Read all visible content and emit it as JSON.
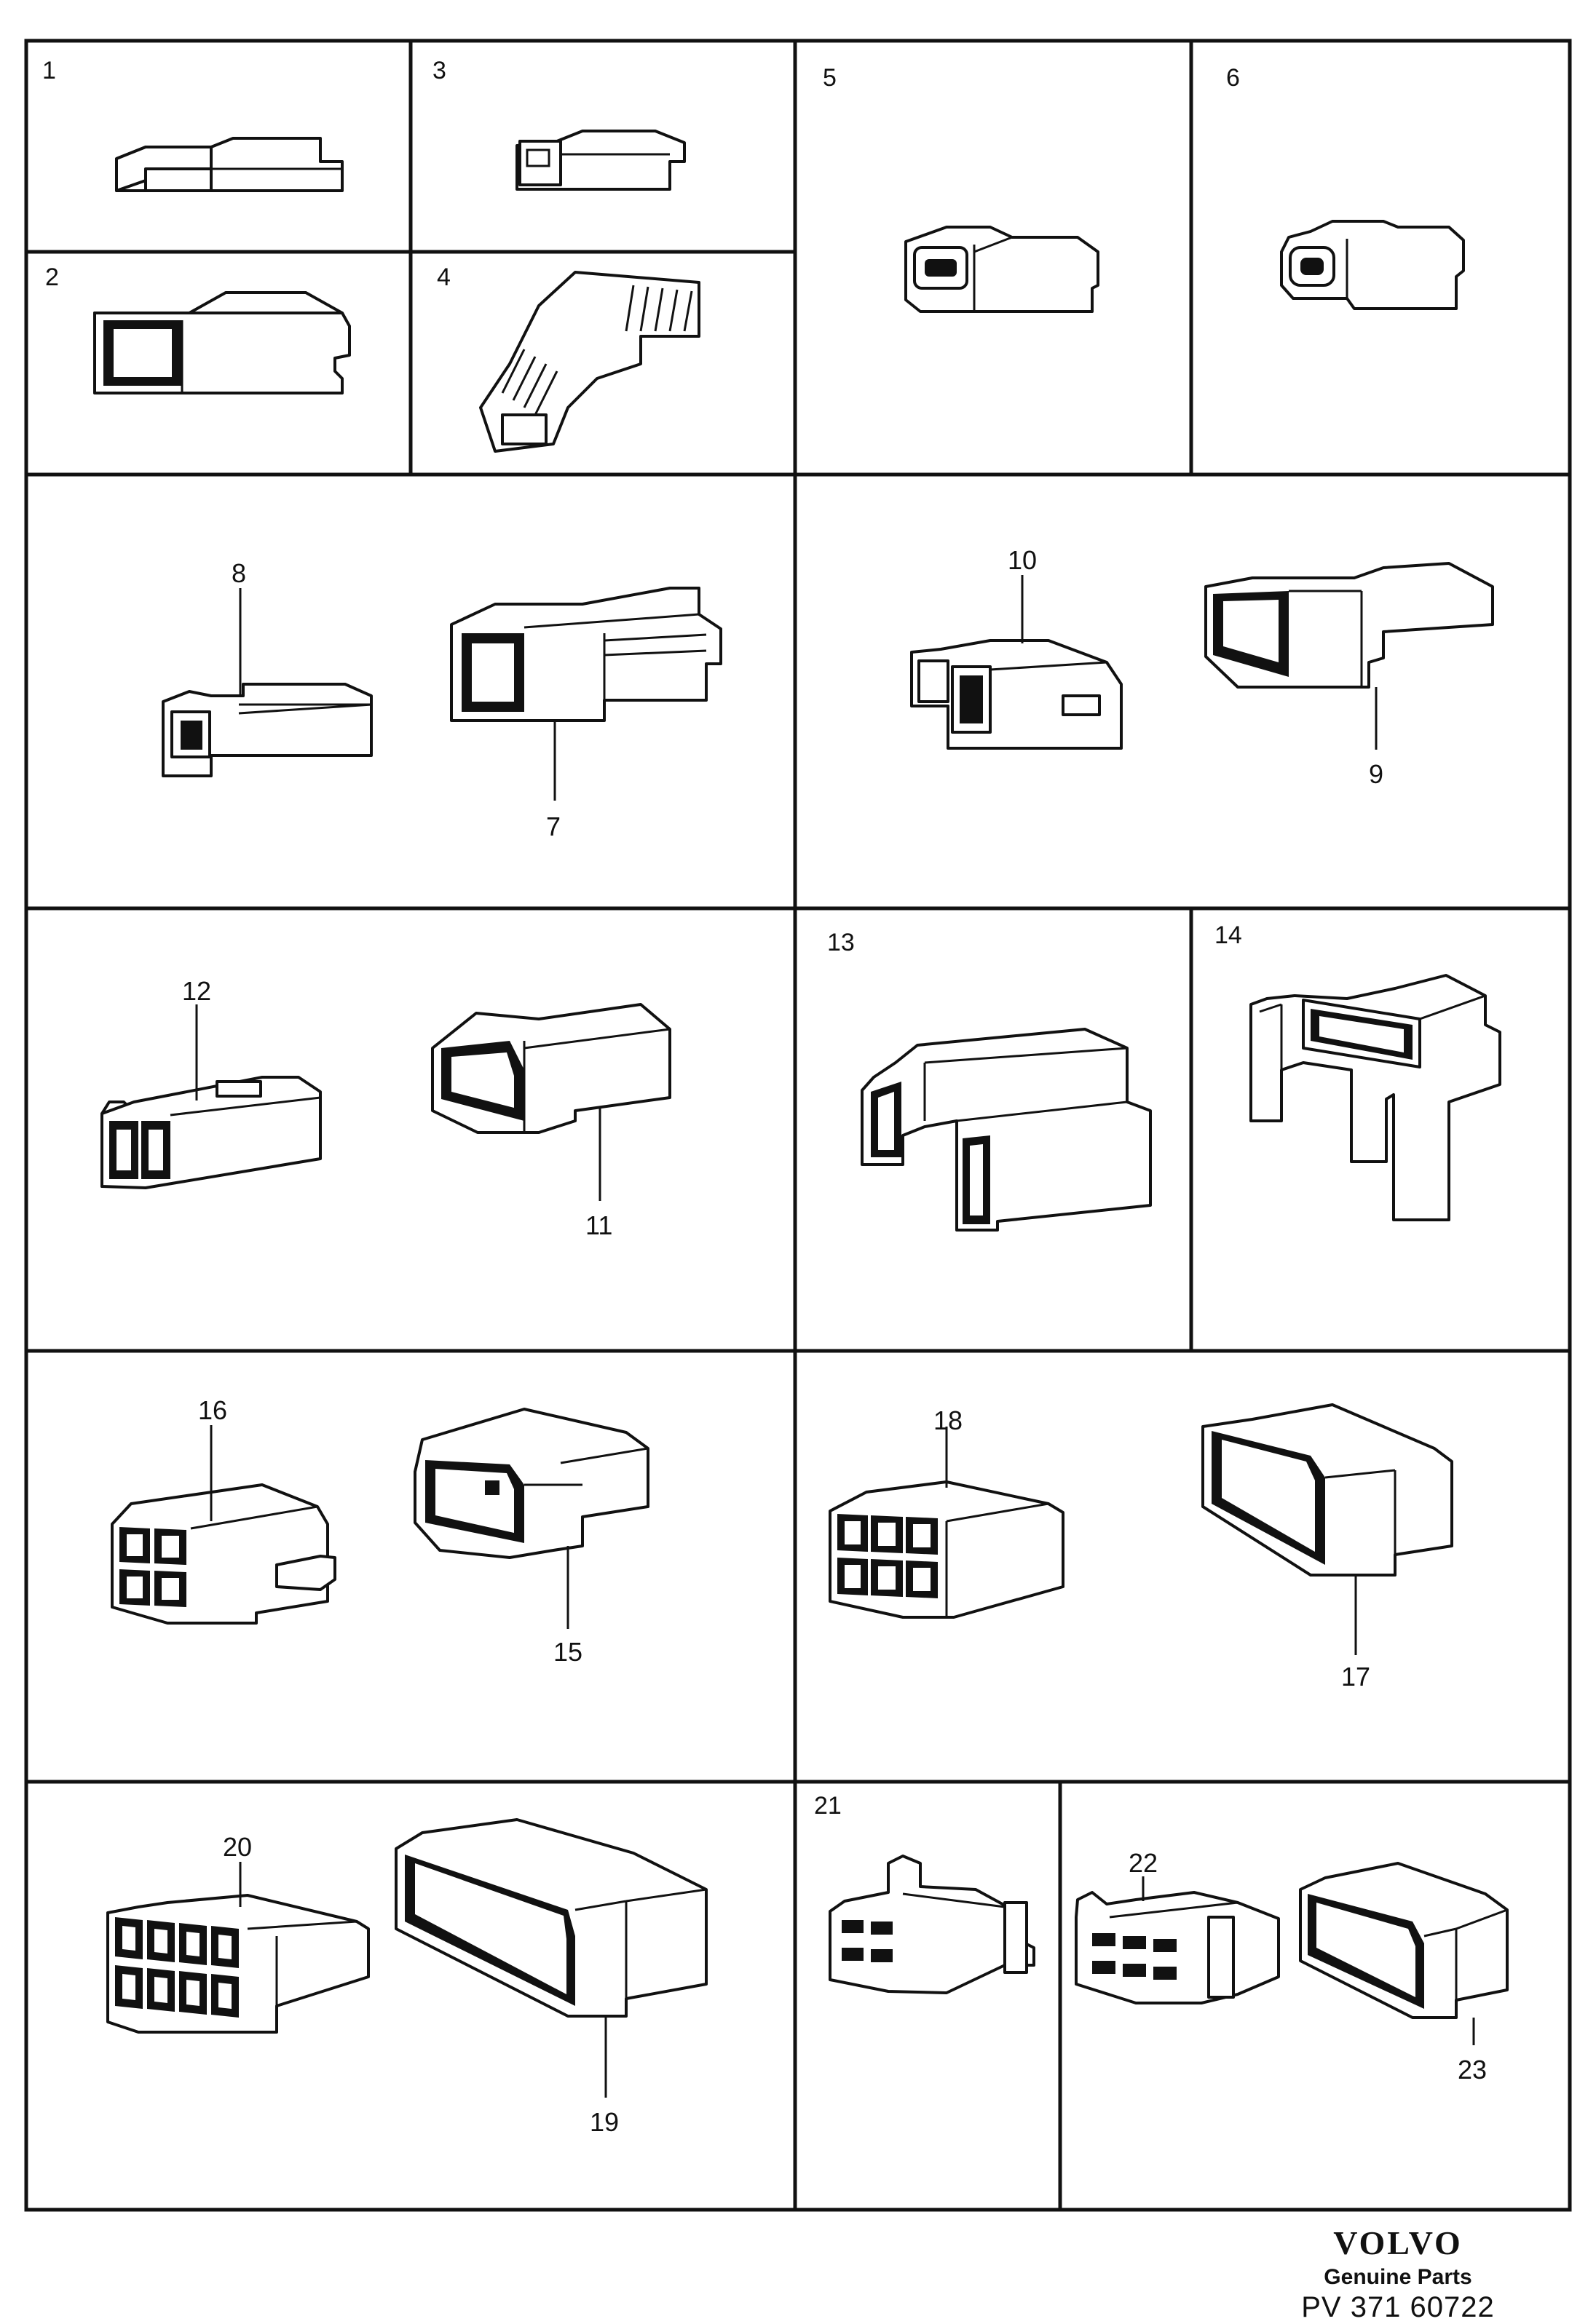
{
  "cells": [
    {
      "number": "1"
    },
    {
      "number": "2"
    },
    {
      "number": "3"
    },
    {
      "number": "4"
    },
    {
      "number": "5"
    },
    {
      "number": "6"
    },
    {
      "number": "13"
    },
    {
      "number": "14"
    },
    {
      "number": "21"
    }
  ],
  "callouts": [
    {
      "number": "8"
    },
    {
      "number": "7"
    },
    {
      "number": "10"
    },
    {
      "number": "9"
    },
    {
      "number": "12"
    },
    {
      "number": "11"
    },
    {
      "number": "16"
    },
    {
      "number": "15"
    },
    {
      "number": "18"
    },
    {
      "number": "17"
    },
    {
      "number": "20"
    },
    {
      "number": "19"
    },
    {
      "number": "22"
    },
    {
      "number": "23"
    }
  ],
  "footer": {
    "logo": "VOLVO",
    "tagline": "Genuine Parts",
    "reference": "PV 371 60722"
  }
}
